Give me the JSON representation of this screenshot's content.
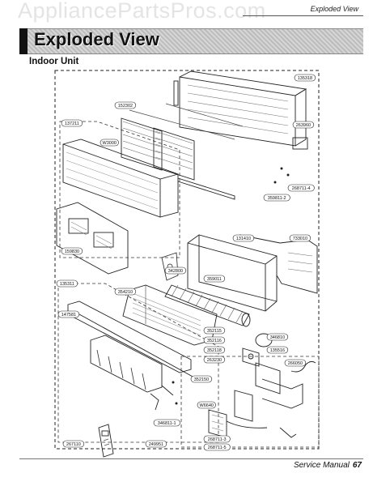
{
  "watermark": "AppliancePartsPros.com",
  "header": {
    "section": "Exploded View"
  },
  "page_title": "Exploded View",
  "subtitle": "Indoor Unit",
  "parts": [
    {
      "code": "135318"
    },
    {
      "code": "152302"
    },
    {
      "code": "137211"
    },
    {
      "code": "W3000"
    },
    {
      "code": "263960"
    },
    {
      "code": "268711-4"
    },
    {
      "code": "359811-2"
    },
    {
      "code": "159830"
    },
    {
      "code": "131410"
    },
    {
      "code": "733010"
    },
    {
      "code": "342800"
    },
    {
      "code": "359011"
    },
    {
      "code": "135311"
    },
    {
      "code": "354210"
    },
    {
      "code": "147581"
    },
    {
      "code": "352115"
    },
    {
      "code": "352116"
    },
    {
      "code": "352118"
    },
    {
      "code": "263230"
    },
    {
      "code": "346810"
    },
    {
      "code": "135516"
    },
    {
      "code": "352150"
    },
    {
      "code": "266050"
    },
    {
      "code": "W6640"
    },
    {
      "code": "346811-1"
    },
    {
      "code": "267110"
    },
    {
      "code": "249951"
    },
    {
      "code": "268711-3"
    },
    {
      "code": "268711-5"
    }
  ],
  "footer": {
    "label": "Service Manual",
    "page": "67"
  }
}
